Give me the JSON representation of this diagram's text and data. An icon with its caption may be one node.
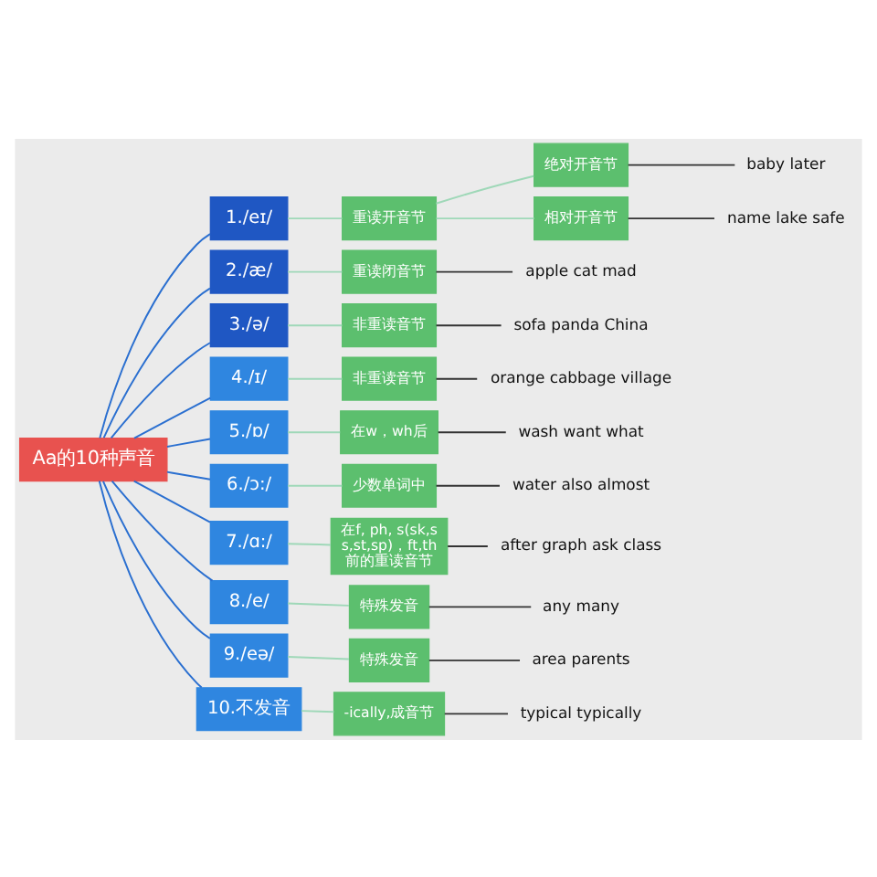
{
  "diagram": {
    "nodes": [
      {
        "text": [
          "Aa的10种声音"
        ]
      },
      {
        "text": [
          "1./eɪ/"
        ]
      },
      {
        "text": [
          "重读开音节"
        ]
      },
      {
        "text": [
          "绝对开音节"
        ]
      },
      {
        "text": [
          "baby later"
        ]
      },
      {
        "text": [
          "相对开音节"
        ]
      },
      {
        "text": [
          "name lake safe"
        ]
      },
      {
        "text": [
          "2./æ/"
        ]
      },
      {
        "text": [
          "重读闭音节"
        ]
      },
      {
        "text": [
          "apple cat mad"
        ]
      },
      {
        "text": [
          "3./ə/"
        ]
      },
      {
        "text": [
          "非重读音节"
        ]
      },
      {
        "text": [
          "sofa panda China"
        ]
      },
      {
        "text": [
          "4./ɪ/"
        ]
      },
      {
        "text": [
          "非重读音节"
        ]
      },
      {
        "text": [
          "orange cabbage village"
        ]
      },
      {
        "text": [
          "5./ɒ/"
        ]
      },
      {
        "text": [
          "在w，wh后"
        ]
      },
      {
        "text": [
          "wash want what"
        ]
      },
      {
        "text": [
          "6./ɔ:/"
        ]
      },
      {
        "text": [
          "少数单词中"
        ]
      },
      {
        "text": [
          "water also almost"
        ]
      },
      {
        "text": [
          "7./ɑ:/"
        ]
      },
      {
        "text": [
          "在f, ph, s(sk,ss,st,sp)，ft,th前的重读音节"
        ]
      },
      {
        "text": [
          "after graph ask class"
        ]
      },
      {
        "text": [
          "8./e/"
        ]
      },
      {
        "text": [
          "特殊发音"
        ]
      },
      {
        "text": [
          "any many"
        ]
      },
      {
        "text": [
          "9./eə/"
        ]
      },
      {
        "text": [
          "特殊发音"
        ]
      },
      {
        "text": [
          "area parents"
        ]
      },
      {
        "text": [
          "10.不发音"
        ]
      },
      {
        "text": [
          "-ically,成音节"
        ]
      },
      {
        "text": [
          "typical typically"
        ]
      }
    ],
    "edges": [
      {
        "from": 0,
        "to": 1,
        "arrow": "none",
        "color": "#2a6fd0"
      },
      {
        "from": 0,
        "to": 7,
        "arrow": "none",
        "color": "#2a6fd0"
      },
      {
        "from": 0,
        "to": 10,
        "arrow": "none",
        "color": "#2a6fd0"
      },
      {
        "from": 0,
        "to": 13,
        "arrow": "none",
        "color": "#2a6fd0"
      },
      {
        "from": 0,
        "to": 16,
        "arrow": "none",
        "color": "#2a6fd0"
      },
      {
        "from": 0,
        "to": 19,
        "arrow": "none",
        "color": "#2a6fd0"
      },
      {
        "from": 0,
        "to": 22,
        "arrow": "none",
        "color": "#2a6fd0"
      },
      {
        "from": 0,
        "to": 25,
        "arrow": "none",
        "color": "#2a6fd0"
      },
      {
        "from": 0,
        "to": 28,
        "arrow": "none",
        "color": "#2a6fd0"
      },
      {
        "from": 0,
        "to": 31,
        "arrow": "none",
        "color": "#2a6fd0"
      },
      {
        "from": 1,
        "to": 2,
        "arrow": "none",
        "color": "#9fd8b8"
      },
      {
        "from": 2,
        "to": 3,
        "arrow": "none",
        "color": "#9fd8b8"
      },
      {
        "from": 3,
        "to": 4,
        "arrow": "none",
        "color": "#333333"
      },
      {
        "from": 2,
        "to": 5,
        "arrow": "none",
        "color": "#9fd8b8"
      },
      {
        "from": 5,
        "to": 6,
        "arrow": "none",
        "color": "#333333"
      },
      {
        "from": 7,
        "to": 8,
        "arrow": "none",
        "color": "#9fd8b8"
      },
      {
        "from": 8,
        "to": 9,
        "arrow": "none",
        "color": "#333333"
      },
      {
        "from": 10,
        "to": 11,
        "arrow": "none",
        "color": "#9fd8b8"
      },
      {
        "from": 11,
        "to": 12,
        "arrow": "none",
        "color": "#333333"
      },
      {
        "from": 13,
        "to": 14,
        "arrow": "none",
        "color": "#9fd8b8"
      },
      {
        "from": 14,
        "to": 15,
        "arrow": "none",
        "color": "#333333"
      },
      {
        "from": 16,
        "to": 17,
        "arrow": "none",
        "color": "#9fd8b8"
      },
      {
        "from": 17,
        "to": 18,
        "arrow": "none",
        "color": "#333333"
      },
      {
        "from": 19,
        "to": 20,
        "arrow": "none",
        "color": "#9fd8b8"
      },
      {
        "from": 20,
        "to": 21,
        "arrow": "none",
        "color": "#333333"
      },
      {
        "from": 22,
        "to": 23,
        "arrow": "none",
        "color": "#9fd8b8"
      },
      {
        "from": 23,
        "to": 24,
        "arrow": "none",
        "color": "#333333"
      },
      {
        "from": 25,
        "to": 26,
        "arrow": "none",
        "color": "#9fd8b8"
      },
      {
        "from": 26,
        "to": 27,
        "arrow": "none",
        "color": "#333333"
      },
      {
        "from": 28,
        "to": 29,
        "arrow": "none",
        "color": "#9fd8b8"
      },
      {
        "from": 29,
        "to": 30,
        "arrow": "none",
        "color": "#333333"
      },
      {
        "from": 31,
        "to": 32,
        "arrow": "none",
        "color": "#9fd8b8"
      },
      {
        "from": 32,
        "to": 33,
        "arrow": "none",
        "color": "#333333"
      }
    ]
  }
}
